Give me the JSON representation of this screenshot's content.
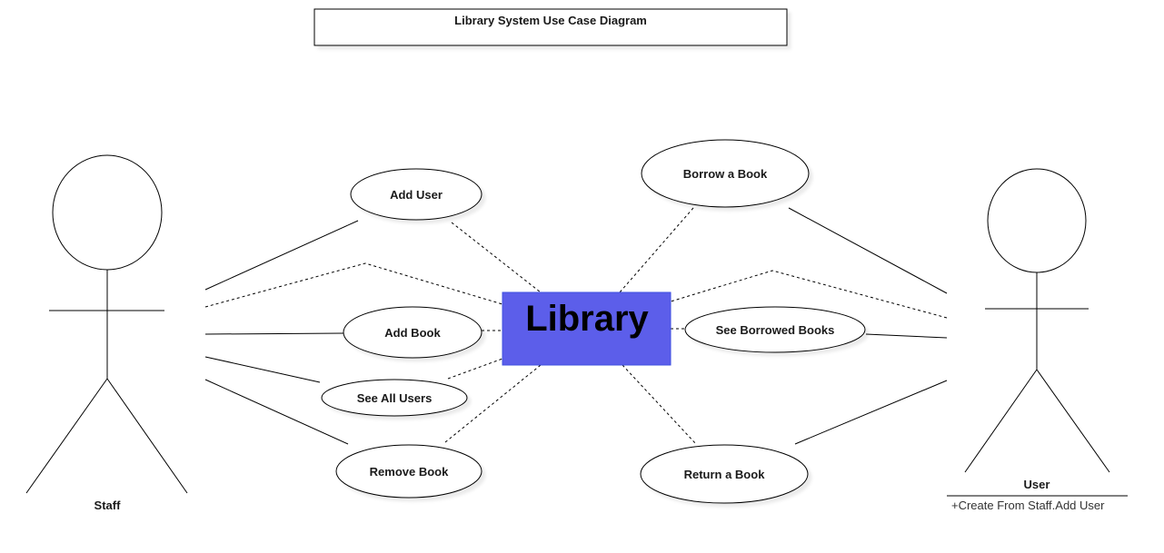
{
  "diagram": {
    "title": "Library System Use Case Diagram",
    "system": {
      "label": "Library",
      "fill": "#5c5eea",
      "stroke": "#3f51e0"
    },
    "actors": {
      "staff": {
        "label": "Staff"
      },
      "user": {
        "label": "User",
        "note": "+Create From Staff.Add User"
      }
    },
    "use_cases": {
      "add_user": "Add User",
      "add_book": "Add Book",
      "see_all_users": "See All Users",
      "remove_book": "Remove Book",
      "borrow_book": "Borrow a Book",
      "see_borrowed_books": "See Borrowed Books",
      "return_book": "Return a Book"
    }
  }
}
